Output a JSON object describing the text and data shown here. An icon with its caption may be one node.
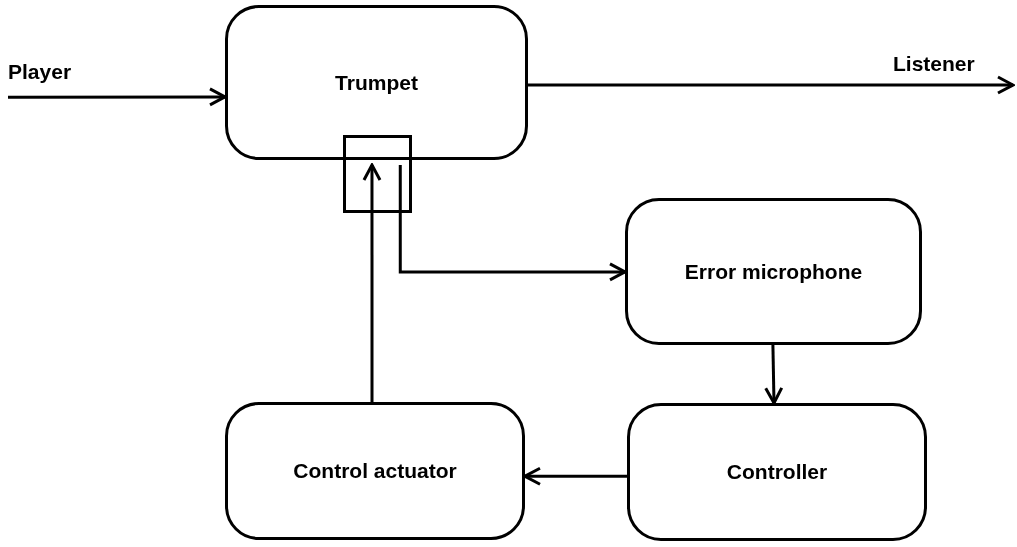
{
  "diagram": {
    "nodes": [
      {
        "text": [
          "Player"
        ]
      },
      {
        "text": [
          "Trumpet"
        ]
      },
      {
        "text": [
          "Listener"
        ]
      },
      {
        "text": [],
        "shape": "box"
      },
      {
        "text": [
          "Error microphone"
        ]
      },
      {
        "text": [
          "Control actuator"
        ]
      },
      {
        "text": [
          "Controller"
        ]
      }
    ],
    "edges": [
      {
        "from": 0,
        "to": 1,
        "arrow": "to"
      },
      {
        "from": 1,
        "to": 2,
        "arrow": "to"
      },
      {
        "from": 3,
        "to": 4,
        "arrow": "to"
      },
      {
        "from": 4,
        "to": 6,
        "arrow": "to"
      },
      {
        "from": 6,
        "to": 5,
        "arrow": "to"
      },
      {
        "from": 5,
        "to": 3,
        "arrow": "to"
      }
    ]
  }
}
